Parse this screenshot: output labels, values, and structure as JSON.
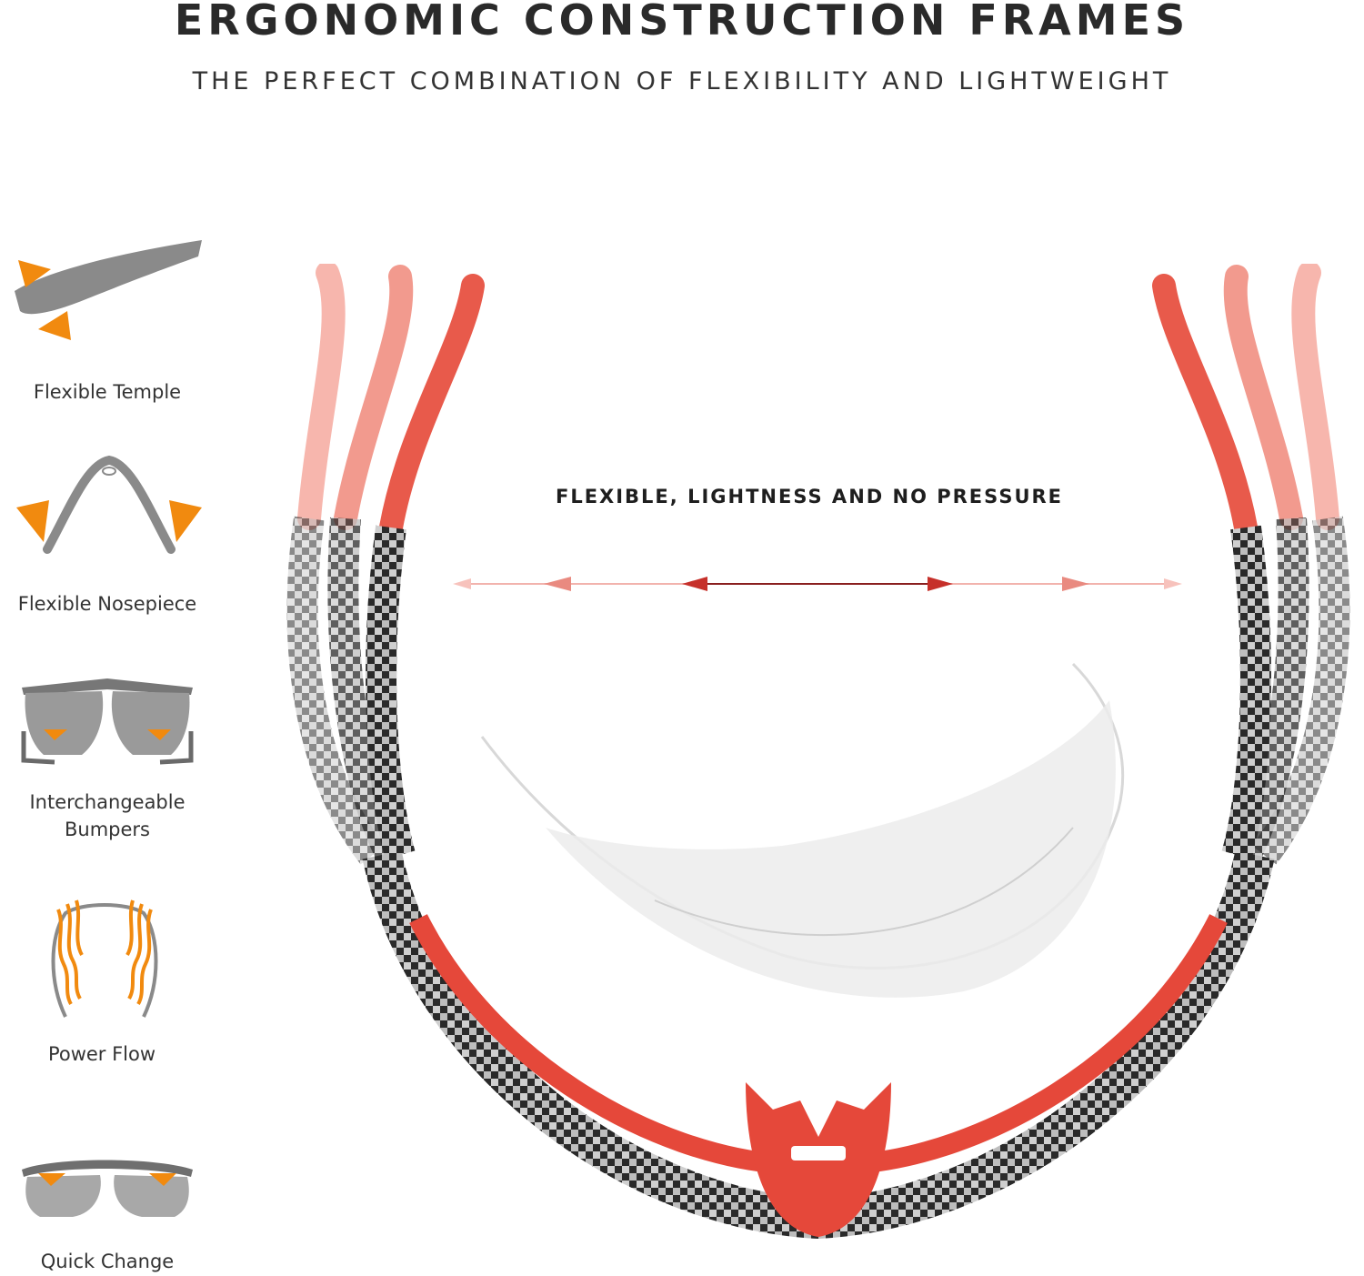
{
  "header": {
    "title": "ERGONOMIC CONSTRUCTION FRAMES",
    "subtitle": "THE PERFECT COMBINATION OF FLEXIBILITY AND LIGHTWEIGHT"
  },
  "features": [
    {
      "label": "Flexible Temple",
      "icon": "flexible-temple-icon"
    },
    {
      "label": "Flexible Nosepiece",
      "icon": "nosepiece-icon"
    },
    {
      "label_line1": "Interchangeable",
      "label_line2": "Bumpers",
      "icon": "bumpers-icon"
    },
    {
      "label": "Power Flow",
      "icon": "power-flow-icon"
    },
    {
      "label": "Quick Change",
      "icon": "quick-change-icon"
    }
  ],
  "product": {
    "caption": "FLEXIBLE, LIGHTNESS AND NO PRESSURE",
    "illustration": "sunglasses-frame-top-view",
    "decoration": "feather"
  },
  "colors": {
    "accent_orange": "#f18a0f",
    "frame_red": "#e5483a",
    "icon_gray": "#8a8a8a",
    "text_dark": "#2a2a2a"
  }
}
